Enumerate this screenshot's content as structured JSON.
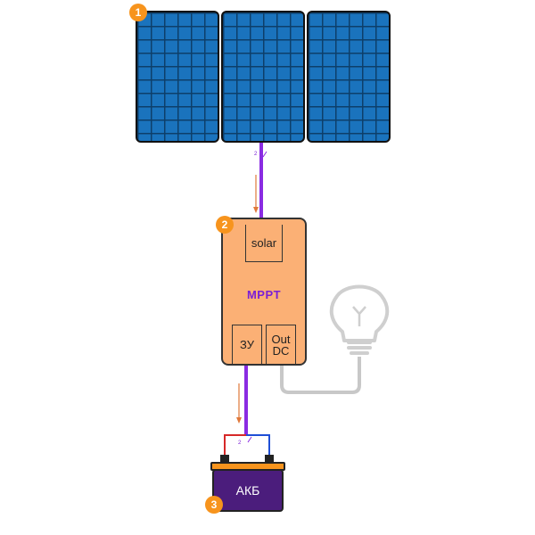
{
  "solar_array": {
    "badge": "1",
    "panels": [
      "panel-left",
      "panel-middle",
      "panel-right"
    ]
  },
  "controller": {
    "badge": "2",
    "title": "MPPT",
    "solar_port": "solar",
    "charger_port": "ЗУ",
    "out_port_line1": "Out",
    "out_port_line2": "DC"
  },
  "battery": {
    "badge": "3",
    "label": "АКБ"
  },
  "wires": {
    "panel_cable_tag": "2",
    "battery_cable_tag": "2"
  },
  "colors": {
    "panel_blue": "#1a73bd",
    "controller_orange": "#fbb075",
    "badge_orange": "#f7941d",
    "cable_purple": "#8a2be2",
    "battery_purple": "#4b1d7c",
    "lamp_gray": "#cccccc"
  },
  "icons": [
    "light-bulb-icon",
    "current-arrow-icon"
  ]
}
